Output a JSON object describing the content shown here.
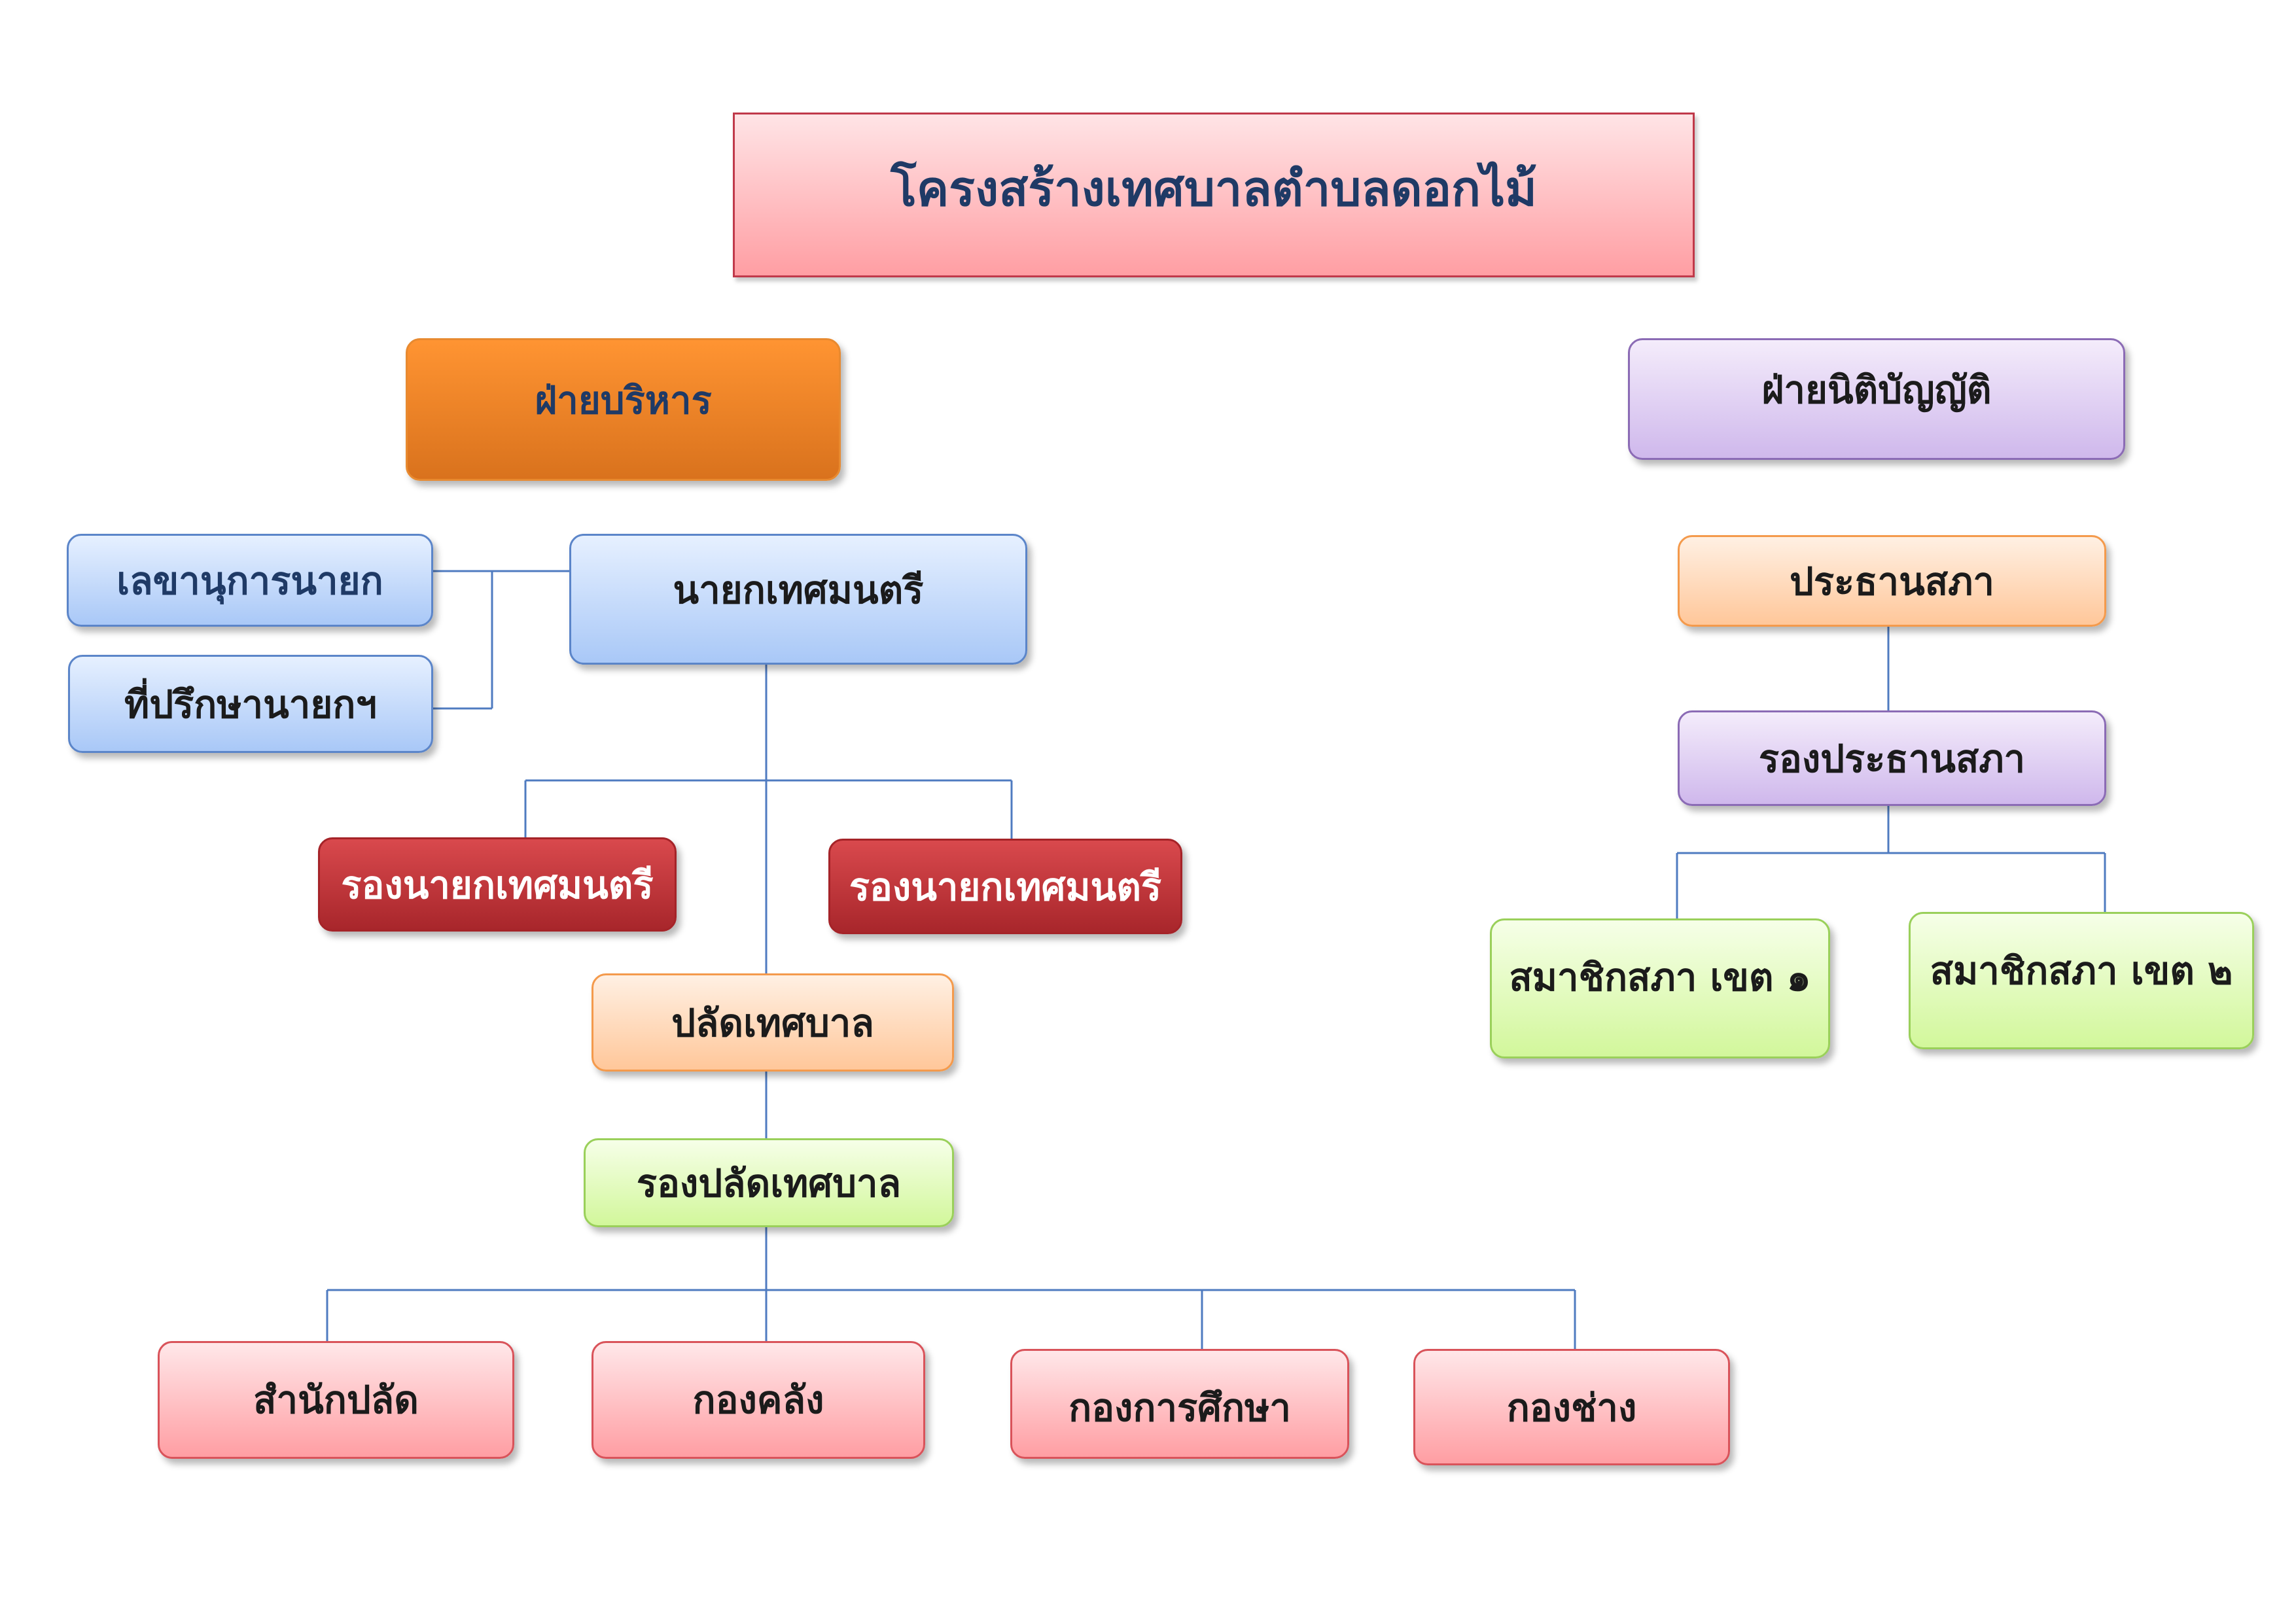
{
  "title": "โครงสร้างเทศบาลตำบลดอกไม้",
  "executive": {
    "heading": "ฝ่ายบริหาร",
    "secretary": "เลขานุการนายก",
    "advisor": "ที่ปรึกษานายกฯ",
    "mayor": "นายกเทศมนตรี",
    "deputy_mayor_1": "รองนายกเทศมนตรี",
    "deputy_mayor_2": "รองนายกเทศมนตรี",
    "clerk": "ปลัดเทศบาล",
    "deputy_clerk": "รองปลัดเทศบาล",
    "divisions": [
      "สำนักปลัด",
      "กองคลัง",
      "กองการศึกษา",
      "กองช่าง"
    ]
  },
  "legislative": {
    "heading": "ฝ่ายนิติบัญญัติ",
    "president": "ประธานสภา",
    "vice_president": "รองประธานสภา",
    "members": [
      "สมาชิกสภา เขต ๑",
      "สมาชิกสภา เขต ๒"
    ]
  },
  "colors": {
    "connector": "#4f7bc0",
    "title_text": "#1f3a66"
  }
}
